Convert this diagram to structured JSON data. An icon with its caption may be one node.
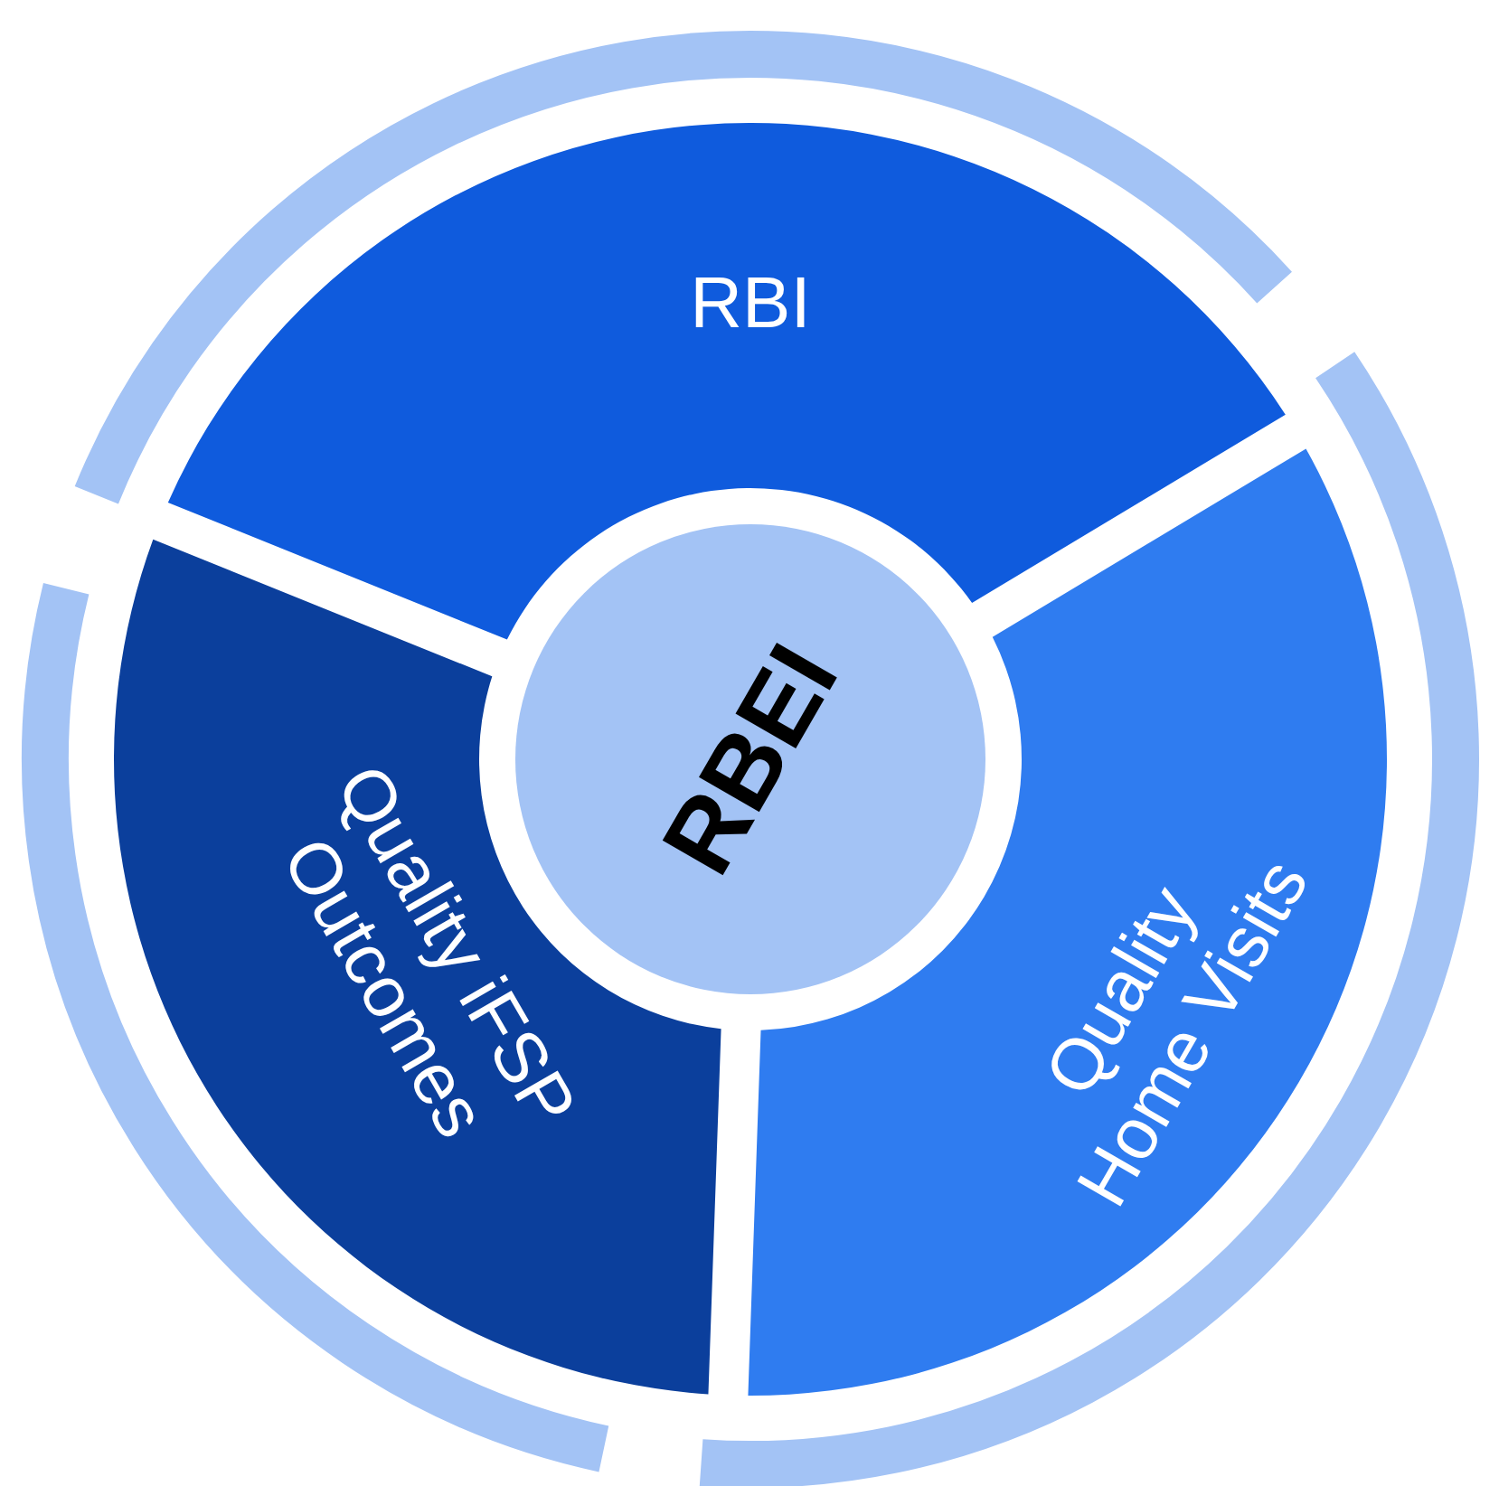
{
  "diagram": {
    "nodes": [
      {
        "text": [
          "RBI"
        ]
      },
      {
        "text": [
          "Quality iFSP Outcomes"
        ]
      },
      {
        "text": [
          "RBEI"
        ]
      },
      {
        "text": [
          "Quality Home Visits"
        ]
      }
    ],
    "edges": []
  }
}
